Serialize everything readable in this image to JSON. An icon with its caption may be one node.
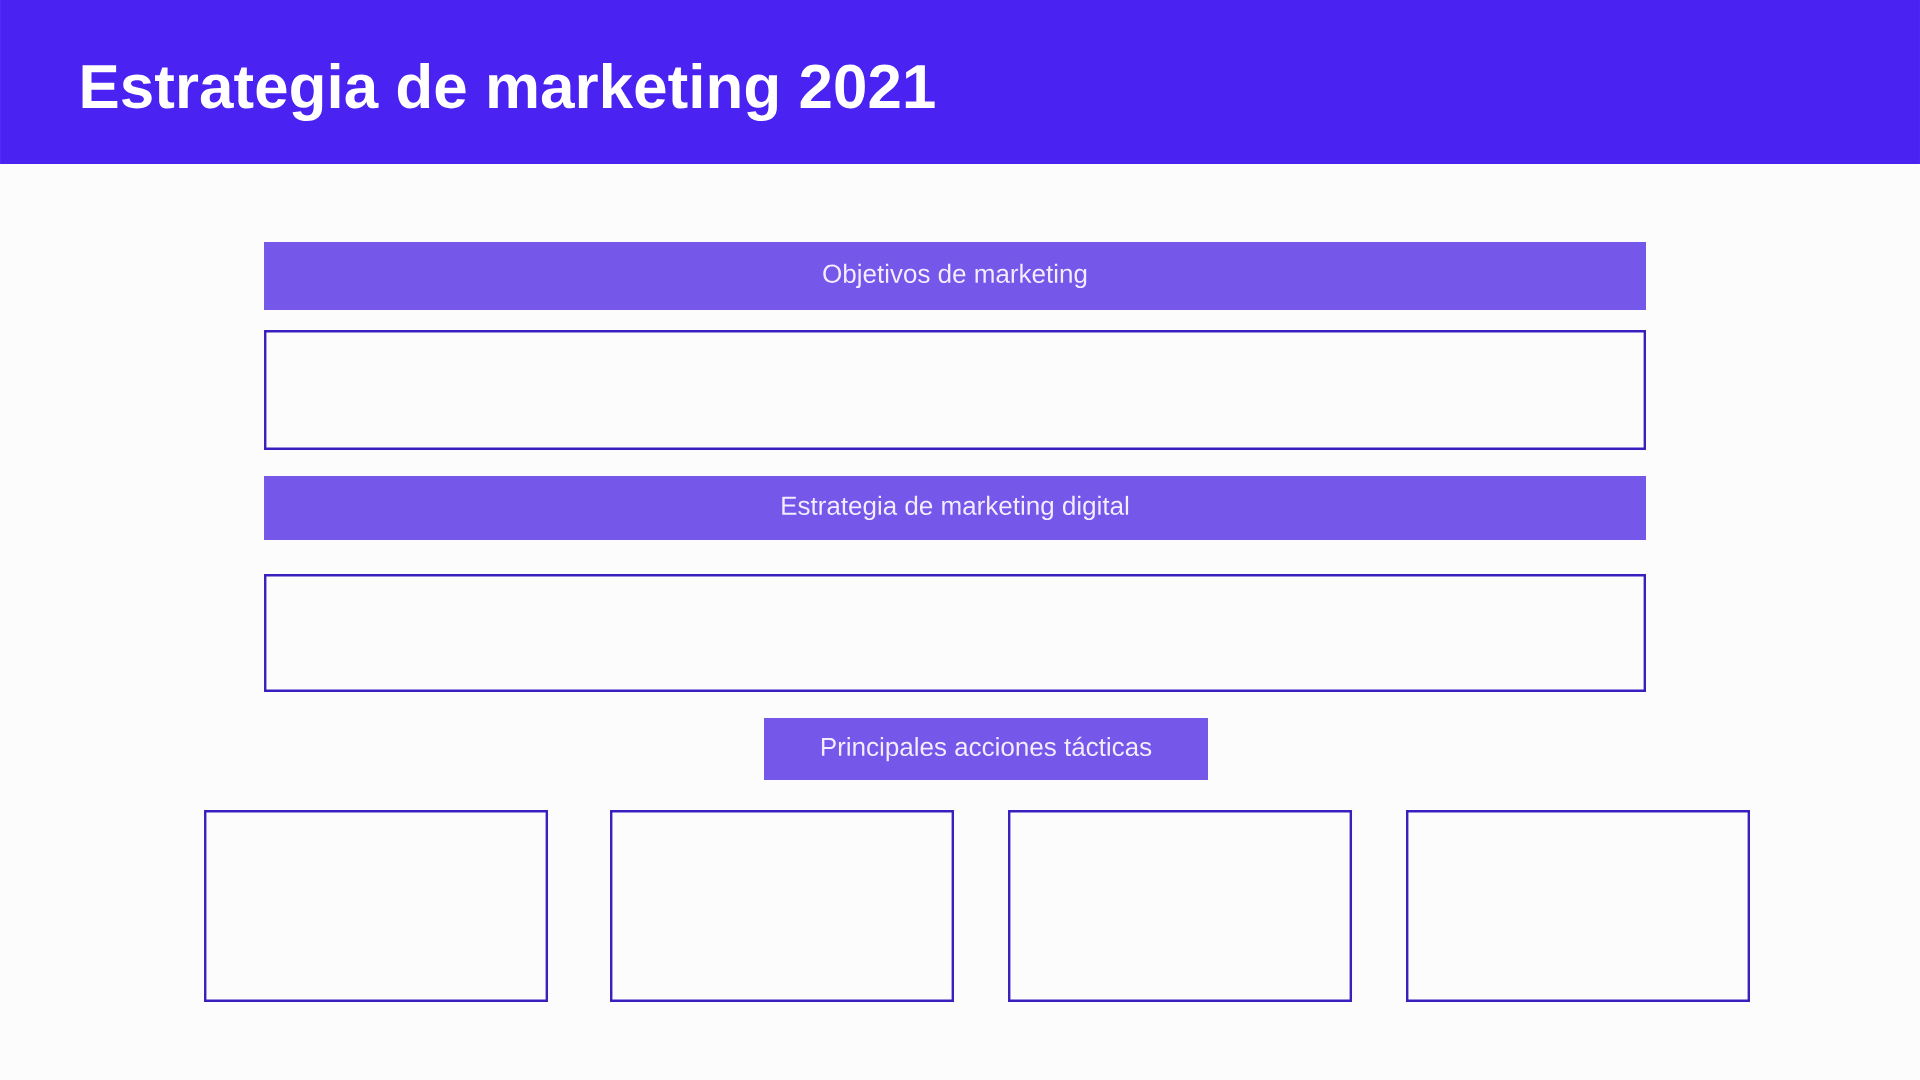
{
  "diagram": {
    "title": "Estrategia de marketing 2021",
    "nodes": [
      {
        "text": [
          "Objetivos de marketing"
        ]
      },
      {
        "text": [],
        "shape": "box"
      },
      {
        "text": [
          "Estrategia de marketing digital"
        ]
      },
      {
        "text": [],
        "shape": "box"
      },
      {
        "text": [
          "Principales acciones tácticas"
        ]
      },
      {
        "text": [],
        "shape": "box"
      },
      {
        "text": [],
        "shape": "box"
      },
      {
        "text": [],
        "shape": "box"
      },
      {
        "text": [],
        "shape": "box"
      }
    ]
  }
}
